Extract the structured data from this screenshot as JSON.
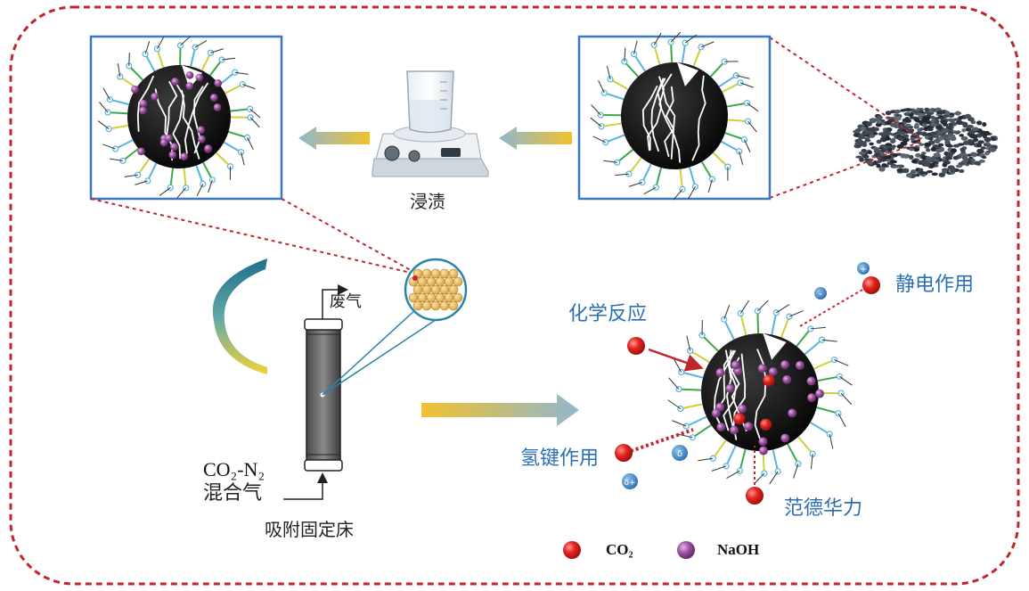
{
  "labels": {
    "impregnation": "浸渍",
    "exhaust": "废气",
    "feed_gas_formula": "CO₂-N₂",
    "feed_gas_name": "混合气",
    "fixed_bed": "吸附固定床",
    "chemical_reaction": "化学反应",
    "electrostatic": "静电作用",
    "hydrogen_bond": "氢键作用",
    "van_der_waals": "范德华力"
  },
  "charges": {
    "plus": "+",
    "minus": "-",
    "delta_minus": "δ",
    "delta_plus": "δ+"
  },
  "legend": {
    "co2": "CO₂",
    "naoh": "NaOH"
  },
  "colors": {
    "border_dashed": "#c0272d",
    "frame_blue": "#3b78c2",
    "label_blue": "#2a6fb5",
    "co2_red": "#e52421",
    "naoh_purple": "#9b4f9e",
    "arrow_gold": "#f2c12e",
    "arrow_blue": "#8fb7cf"
  }
}
